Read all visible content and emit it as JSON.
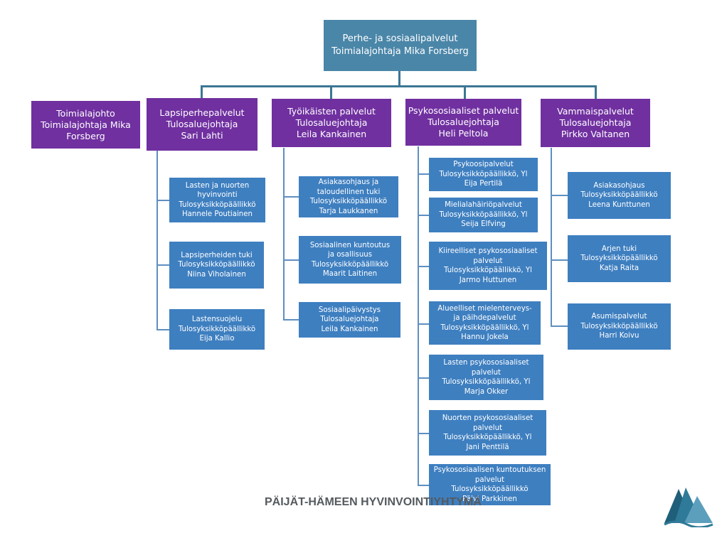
{
  "top": {
    "title": "Perhe- ja sosiaalipalvelut",
    "subtitle": "Toimialajohtaja Mika Forsberg"
  },
  "departments": [
    {
      "label": "Toimialajohto\nToimialajohtaja Mika\nForsberg"
    },
    {
      "label": "Lapsiperhepalvelut\nTulosaluejohtaja\nSari Lahti"
    },
    {
      "label": "Työikäisten palvelut\nTulosaluejohtaja\nLeila Kankainen"
    },
    {
      "label": "Psykososiaaliset palvelut\nTulosaluejohtaja\nHeli Peltola"
    },
    {
      "label": "Vammaispalvelut\nTulosaluejohtaja\nPirkko Valtanen"
    }
  ],
  "lapsiperhe_units": [
    {
      "label": "Lasten ja nuorten\nhyvinvointi\nTulosyksikköpäällikkö\nHannele Poutiainen"
    },
    {
      "label": "Lapsiperheiden tuki\nTulosyksikköpäällikkö\nNiina Viholainen"
    },
    {
      "label": "Lastensuojelu\nTulosyksikköpäällikkö\nEija Kallio"
    }
  ],
  "tyoikaiset_units": [
    {
      "label": "Asiakasohjaus ja\ntaloudellinen tuki\nTulosyksikköpäällikkö\nTarja Laukkanen"
    },
    {
      "label": "Sosiaalinen kuntoutus\nja osallisuus\nTulosyksikköpäällikkö\nMaarit Laitinen"
    },
    {
      "label": "Sosiaalipäivystys\nTulosaluejohtaja\nLeila Kankainen"
    }
  ],
  "psykososiaaliset_units": [
    {
      "label": "Psykoosipalvelut\nTulosyksikköpäällikkö, Yl\nEija Pertilä"
    },
    {
      "label": "Mielialahäiriöpalvelut\nTulosyksikköpäällikkö, Yl\nSeija Elfving"
    },
    {
      "label": "Kiireelliset psykososiaaliset\npalvelut\nTulosyksikköpäällikkö, Yl\nJarmo Huttunen"
    },
    {
      "label": "Alueelliset mielenterveys-\nja päihdepalvelut\nTulosyksikköpäällikkö, Yl\nHannu Jokela"
    },
    {
      "label": "Lasten psykososiaaliset\npalvelut\nTulosyksikköpäällikkö, Yl\nMarja Okker"
    },
    {
      "label": "Nuorten psykososiaaliset\npalvelut\nTulosyksikköpäällikkö, Yl\nJani Penttilä"
    },
    {
      "label": "Psykososiaalisen kuntoutuksen\npalvelut\nTulosyksikköpäällikkö\nPäivi Parkkinen"
    }
  ],
  "vammais_units": [
    {
      "label": "Asiakasohjaus\nTulosyksikköpäällikkö\nLeena Kunttunen"
    },
    {
      "label": "Arjen tuki\nTulosyksikköpäällikkö\nKatja Raita"
    },
    {
      "label": "Asumispalvelut\nTulosyksikköpäällikkö\nHarri Koivu"
    }
  ],
  "footer": {
    "organization": "PÄIJÄT-HÄMEEN HYVINVOINTIYHTYMÄ"
  },
  "logo": {
    "icon": "mountain-logo-icon"
  },
  "colors": {
    "top": "#4a86a8",
    "department": "#7030a0",
    "unit": "#3e7fc0",
    "connector_main": "#3b7694",
    "connector_unit": "#5f8fc0"
  }
}
